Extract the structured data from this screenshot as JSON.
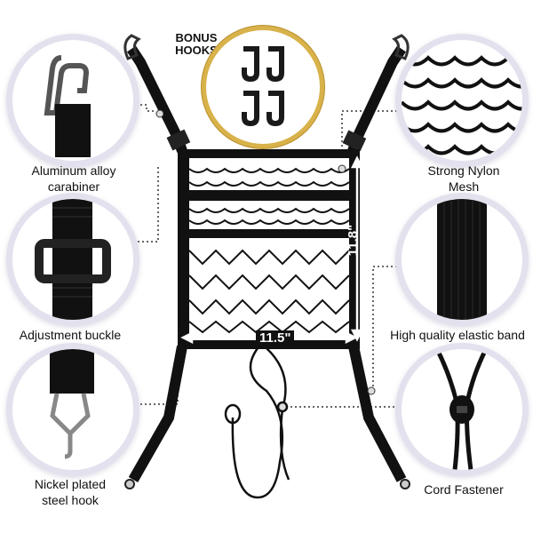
{
  "bonus": {
    "line1": "BONUS",
    "line2": "HOOKS"
  },
  "features": [
    {
      "label_line1": "Aluminum alloy",
      "label_line2": "carabiner",
      "icon": "carabiner-icon"
    },
    {
      "label_line1": "Adjustment buckle",
      "label_line2": "",
      "icon": "buckle-icon"
    },
    {
      "label_line1": "Nickel plated",
      "label_line2": "steel hook",
      "icon": "steel-hook-icon"
    },
    {
      "label_line1": "Strong Nylon",
      "label_line2": "Mesh",
      "icon": "mesh-icon"
    },
    {
      "label_line1": "High quality elastic band",
      "label_line2": "",
      "icon": "elastic-band-icon"
    },
    {
      "label_line1": "Cord Fastener",
      "label_line2": "",
      "icon": "cord-fastener-icon"
    }
  ],
  "dimensions": {
    "height": "11.8\"",
    "width": "11.5\""
  },
  "colors": {
    "ring": "#e3e1ee",
    "gold": "#d8b24a",
    "strap": "#111111"
  }
}
